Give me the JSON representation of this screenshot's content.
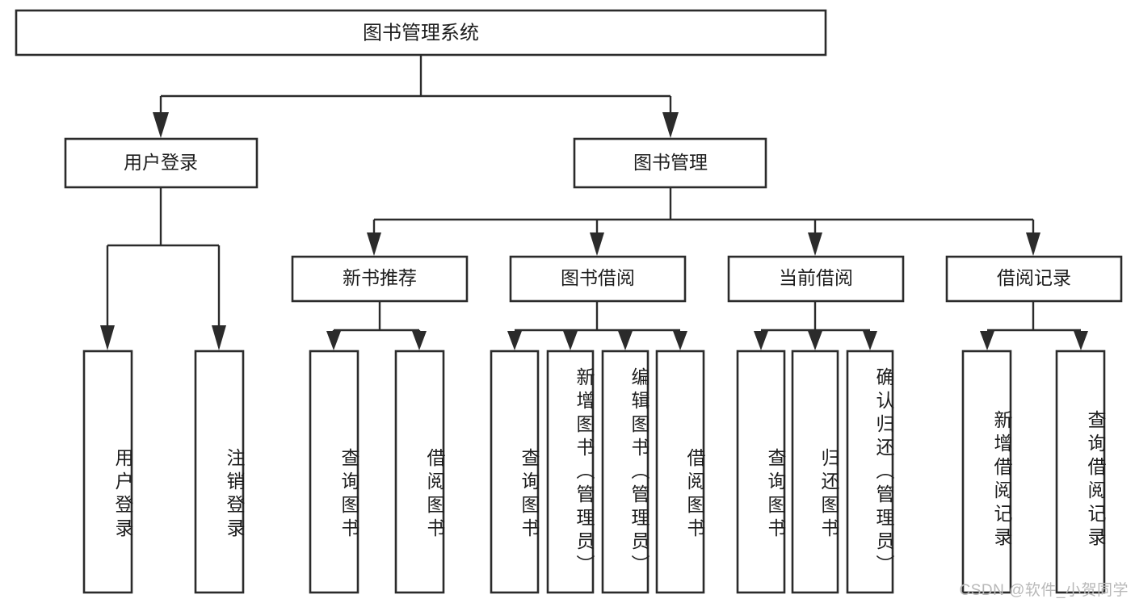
{
  "diagram": {
    "title": "图书管理系统",
    "type": "tree-hierarchy-chart",
    "colors": {
      "background": "#ffffff",
      "box_fill": "#ffffff",
      "box_stroke": "#2b2b2b",
      "text": "#1d1d1d",
      "watermark": "#b8b8b8"
    },
    "root": {
      "label": "图书管理系统"
    },
    "level2": [
      {
        "label": "用户登录"
      },
      {
        "label": "图书管理"
      }
    ],
    "level3": [
      {
        "label": "新书推荐"
      },
      {
        "label": "图书借阅"
      },
      {
        "label": "当前借阅"
      },
      {
        "label": "借阅记录"
      }
    ],
    "leaves": {
      "user_login": [
        {
          "label": "用户登录"
        },
        {
          "label": "注销登录"
        }
      ],
      "new_book_recommend": [
        {
          "label": "查询图书"
        },
        {
          "label": "借阅图书"
        }
      ],
      "book_borrow": [
        {
          "label": "查询图书"
        },
        {
          "label": "新增图书（管理员）"
        },
        {
          "label": "编辑图书（管理员）"
        },
        {
          "label": "借阅图书"
        }
      ],
      "current_borrow": [
        {
          "label": "查询图书"
        },
        {
          "label": "归还图书"
        },
        {
          "label": "确认归还（管理员）"
        }
      ],
      "borrow_record": [
        {
          "label": "新增借阅记录"
        },
        {
          "label": "查询借阅记录"
        }
      ]
    },
    "watermark": "CSDN @软件_小贺同学"
  }
}
